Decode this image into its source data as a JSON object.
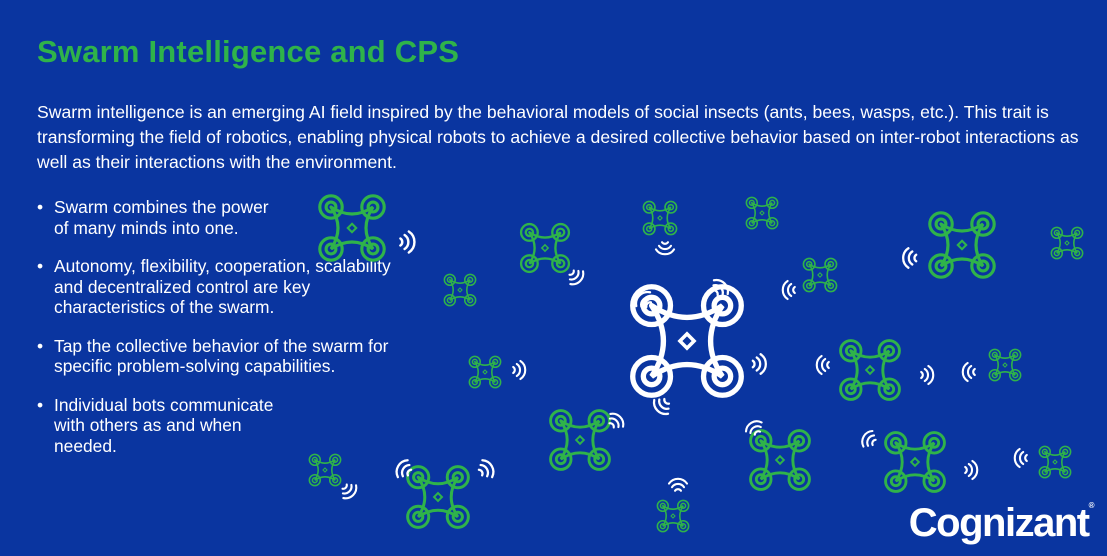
{
  "title": "Swarm Intelligence and CPS",
  "intro": "Swarm intelligence is an emerging AI field inspired by the behavioral models of social insects (ants, bees, wasps, etc.). This trait is transforming the field of robotics, enabling physical robots to achieve a desired collective behavior based on inter-robot interactions as well as their interactions with the environment.",
  "bullet_marker": "•",
  "bullets": [
    "Swarm combines the power of many minds into one.",
    "Autonomy, flexibility, cooperation, scalability and decentralized control are key characteristics of the swarm.",
    "Tap the collective behavior of the swarm for specific problem-solving capabilities.",
    "Individual bots communicate with others as and when needed."
  ],
  "logo": "Cognizant",
  "logo_mark": "®",
  "colors": {
    "background": "#0a35a0",
    "accent": "#2fb34a",
    "text": "#ffffff"
  },
  "icons": [
    "drone-icon",
    "signal-waves-icon"
  ]
}
